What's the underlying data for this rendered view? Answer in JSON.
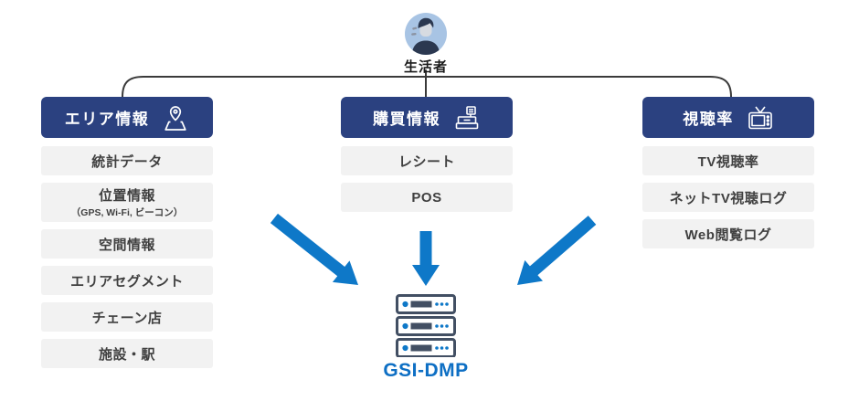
{
  "root": {
    "label": "生活者",
    "icon": "person-avatar-icon"
  },
  "columns": [
    {
      "header": "エリア情報",
      "icon": "map-pin-icon",
      "items": [
        {
          "label": "統計データ"
        },
        {
          "label": "位置情報",
          "sub": "（GPS, Wi-Fi, ビーコン）"
        },
        {
          "label": "空間情報"
        },
        {
          "label": "エリアセグメント"
        },
        {
          "label": "チェーン店"
        },
        {
          "label": "施設・駅"
        }
      ]
    },
    {
      "header": "購買情報",
      "icon": "cash-register-icon",
      "items": [
        {
          "label": "レシート"
        },
        {
          "label": "POS"
        }
      ]
    },
    {
      "header": "視聴率",
      "icon": "tv-icon",
      "items": [
        {
          "label": "TV視聴率"
        },
        {
          "label": "ネットTV視聴ログ"
        },
        {
          "label": "Web閲覧ログ"
        }
      ]
    }
  ],
  "destination": {
    "label": "GSI-DMP",
    "icon": "server-stack-icon"
  },
  "colors": {
    "header_navy": "#2b4180",
    "item_bg": "#f2f2f2",
    "item_text": "#404040",
    "connector_line": "#3a3a3a",
    "arrow_blue": "#0e78c8",
    "destination_blue": "#0e6fc4",
    "server_slate": "#424f63",
    "avatar_bg": "#a8c4e4",
    "avatar_figure": "#2b3850"
  }
}
